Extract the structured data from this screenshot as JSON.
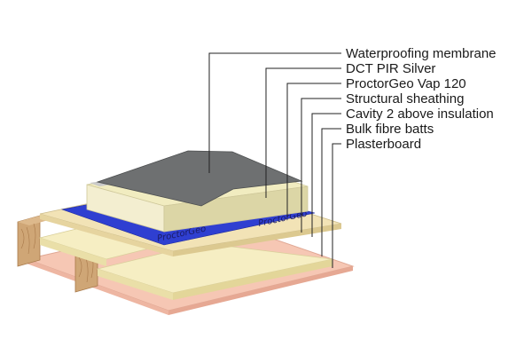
{
  "labels": [
    "Waterproofing membrane",
    "DCT PIR Silver",
    "ProctorGeo Vap 120",
    "Structural sheathing",
    "Cavity 2 above insulation",
    "Bulk fibre batts",
    "Plasterboard"
  ],
  "vapour_brand_text": "ProctorGeo",
  "colors": {
    "membrane": "#6e7071",
    "pir": "#f1ecc0",
    "pir_edge": "#dcd6a6",
    "foil": "#c9c9c9",
    "vap": "#2f3fd1",
    "sheathing": "#f2e3b6",
    "batts": "#f6eec3",
    "joist": "#cfa676",
    "plasterboard": "#f6c7b4"
  }
}
